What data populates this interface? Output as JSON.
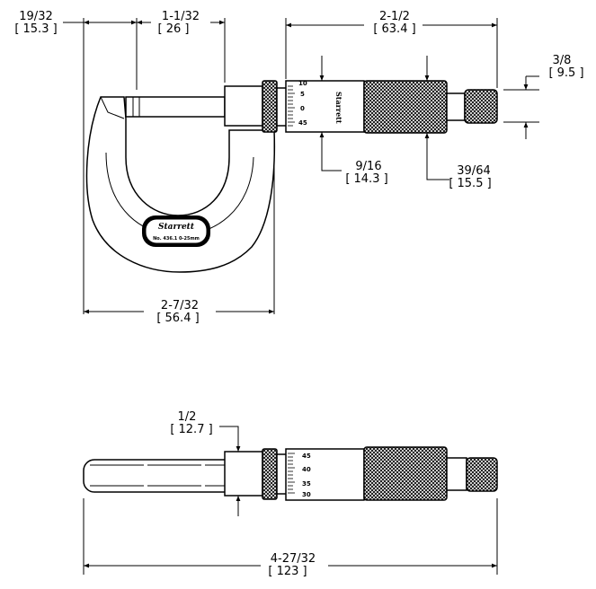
{
  "top_view": {
    "dims": {
      "anvil_offset": {
        "in": "19/32",
        "mm": "[ 15.3 ]"
      },
      "throat_depth": {
        "in": "1-1/32",
        "mm": "[ 26 ]"
      },
      "barrel_length": {
        "in": "2-1/2",
        "mm": "[ 63.4 ]"
      },
      "ratchet_dia": {
        "in": "3/8",
        "mm": "[ 9.5 ]"
      },
      "thimble_dia": {
        "in": "9/16",
        "mm": "[ 14.3 ]"
      },
      "sleeve_dia": {
        "in": "39/64",
        "mm": "[ 15.5 ]"
      },
      "frame_width": {
        "in": "2-7/32",
        "mm": "[ 56.4 ]"
      }
    },
    "thimble_scale": [
      "10",
      "5",
      "0",
      "45"
    ],
    "brand": "Starrett",
    "plate_text": "No. 436.1 0-25mm"
  },
  "side_view": {
    "dims": {
      "frame_thickness": {
        "in": "1/2",
        "mm": "[ 12.7 ]"
      },
      "overall_length": {
        "in": "4-27/32",
        "mm": "[ 123 ]"
      }
    },
    "thimble_scale": [
      "45",
      "40",
      "35",
      "30"
    ]
  }
}
